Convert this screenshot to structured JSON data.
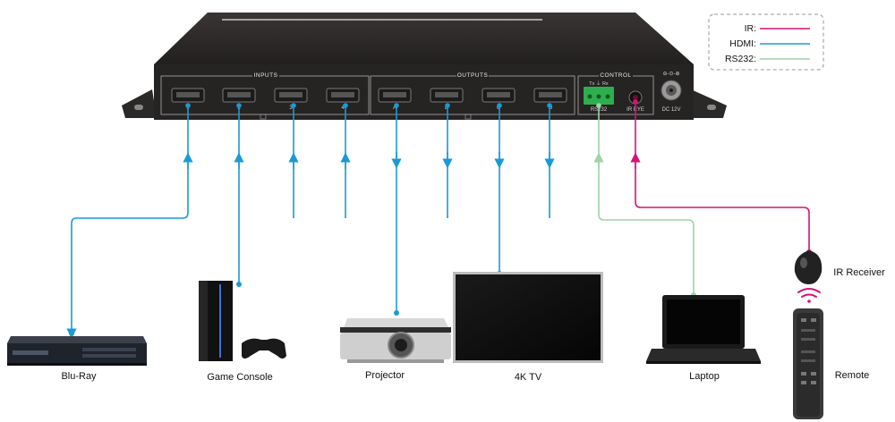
{
  "panel": {
    "inputs_label": "INPUTS",
    "outputs_label": "OUTPUTS",
    "control_label": "CONTROL",
    "input_numbers": [
      "1",
      "2",
      "3",
      "4"
    ],
    "output_numbers": [
      "A",
      "B",
      "C",
      "D"
    ],
    "rs232_pins": "Tx ⏚ Rx",
    "rs232_label": "RS232",
    "ir_eye_label": "IR EYE",
    "dc_label": "DC 12V"
  },
  "legend": {
    "ir_label": "IR:",
    "hdmi_label": "HDMI:",
    "rs232_label": "RS232:"
  },
  "devices": {
    "bluray": "Blu-Ray",
    "game_console": "Game Console",
    "projector": "Projector",
    "tv": "4K TV",
    "laptop": "Laptop",
    "ir_receiver": "IR Receiver",
    "remote": "Remote"
  },
  "colors": {
    "hdmi": "#1a9ad6",
    "ir": "#d4137a",
    "rs232": "#9fd3a8",
    "chassis": "#2f2b2b"
  }
}
